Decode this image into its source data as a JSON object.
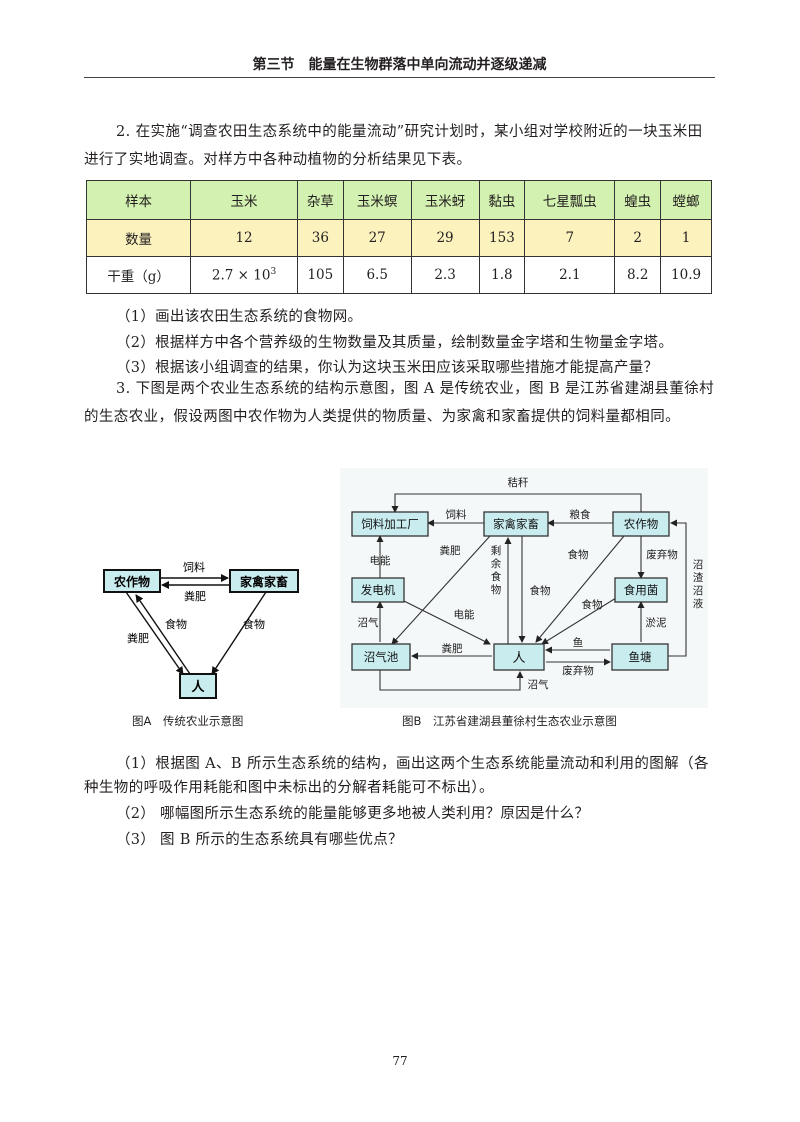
{
  "header": {
    "title": "第三节　能量在生物群落中单向流动并逐级递减"
  },
  "q2": {
    "text": "2. 在实施“调查农田生态系统中的能量流动”研究计划时，某小组对学校附近的一块玉米田进行了实地调查。对样方中各种动植物的分析结果见下表。"
  },
  "table": {
    "header": [
      "样本",
      "玉米",
      "杂草",
      "玉米螟",
      "玉米蚜",
      "黏虫",
      "七星瓢虫",
      "蝗虫",
      "螳螂"
    ],
    "count": [
      "数量",
      "12",
      "36",
      "27",
      "29",
      "153",
      "7",
      "2",
      "1"
    ],
    "weight_label": "干重（g）",
    "weight_first_base": "2.7 × 10",
    "weight_first_exp": "3",
    "weight": [
      "105",
      "6.5",
      "2.3",
      "1.8",
      "2.1",
      "8.2",
      "10.9"
    ]
  },
  "q2_subs": [
    "（1）画出该农田生态系统的食物网。",
    "（2）根据样方中各个营养级的生物数量及其质量，绘制数量金字塔和生物量金字塔。",
    "（3）根据该小组调查的结果，你认为这块玉米田应该采取哪些措施才能提高产量？"
  ],
  "q3": {
    "text": "3. 下图是两个农业生态系统的结构示意图，图 A 是传统农业，图 B 是江苏省建湖县董徐村的生态农业，假设两图中农作物为人类提供的物质量、为家禽和家畜提供的饲料量都相同。"
  },
  "figA": {
    "caption": "图A　传统农业示意图",
    "nodes": {
      "crops": "农作物",
      "livestock": "家禽家畜",
      "human": "人"
    },
    "labels": {
      "feed": "饲料",
      "manure_top": "粪肥",
      "manure_left": "粪肥",
      "food_left": "食物",
      "food_right": "食物"
    }
  },
  "figB": {
    "caption": "图B　江苏省建湖县董徐村生态农业示意图",
    "nodes": {
      "feed_mill": "饲料加工厂",
      "livestock": "家禽家畜",
      "crops": "农作物",
      "generator": "发电机",
      "mushroom": "食用菌",
      "biogas": "沼气池",
      "human": "人",
      "fishpond": "鱼塘"
    },
    "labels": {
      "straw": "秸秆",
      "feed": "饲料",
      "grain": "粮食",
      "electric1": "电能",
      "manure1": "粪肥",
      "leftover": "剩余食物",
      "food1": "食物",
      "food2": "食物",
      "food3": "食物",
      "waste1": "废弃物",
      "electric2": "电能",
      "biogas1": "沼气",
      "manure2": "粪肥",
      "fish": "鱼",
      "silt": "淤泥",
      "waste2": "废弃物",
      "biogas2": "沼气",
      "slurry": "沼渣沼液"
    }
  },
  "q3_subs": [
    "（1）根据图 A、B 所示生态系统的结构，画出这两个生态系统能量流动和利用的图解（各种生物的呼吸作用耗能和图中未标出的分解者耗能可不标出）。",
    "（2） 哪幅图所示生态系统的能量能够更多地被人类利用？原因是什么？",
    "（3） 图 B 所示的生态系统具有哪些优点？"
  ],
  "page_number": "77"
}
